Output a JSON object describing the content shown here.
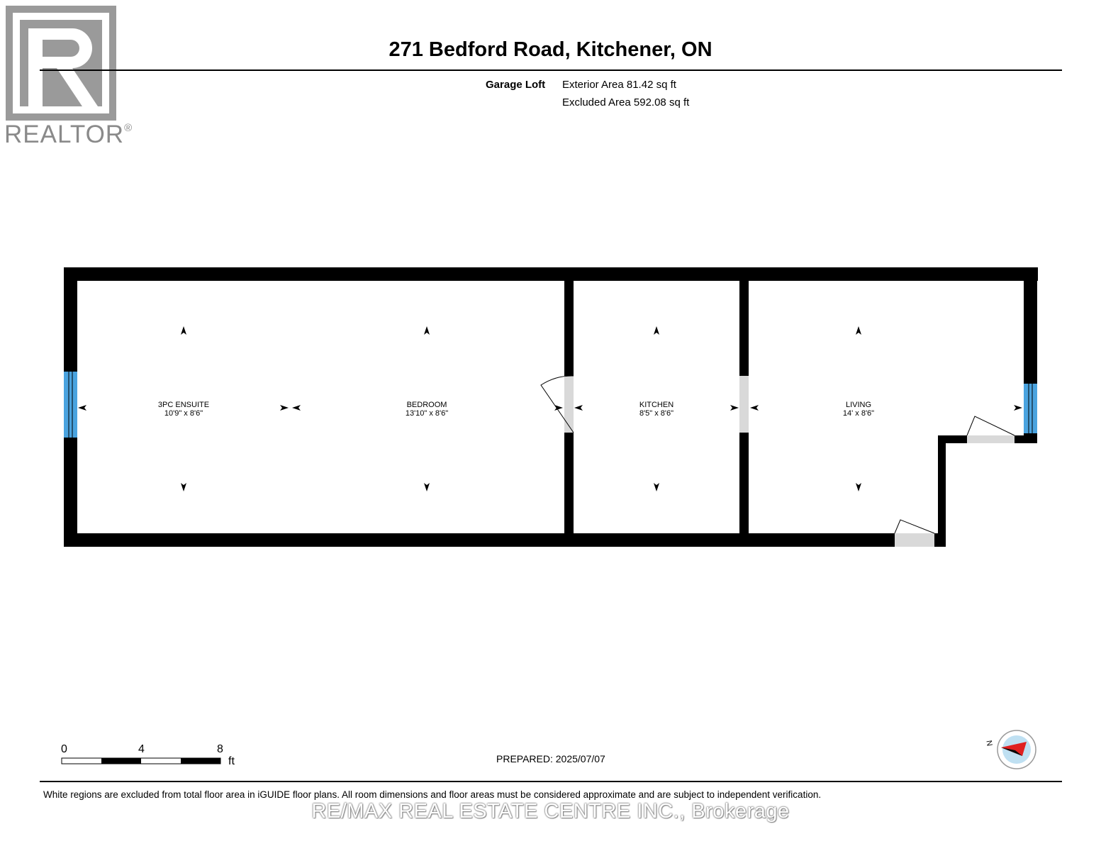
{
  "logo": {
    "wordmark": "REALTOR",
    "registered_mark": "®"
  },
  "title": "271 Bedford Road, Kitchener, ON",
  "floor": {
    "name": "Garage Loft",
    "exterior_area": "Exterior Area 81.42 sq ft",
    "excluded_area": "Excluded Area 592.08 sq ft"
  },
  "rooms": [
    {
      "name": "3PC ENSUITE",
      "dims": "10'9\" x 8'6\""
    },
    {
      "name": "BEDROOM",
      "dims": "13'10\" x 8'6\""
    },
    {
      "name": "KITCHEN",
      "dims": "8'5\" x 8'6\""
    },
    {
      "name": "LIVING",
      "dims": "14' x 8'6\""
    }
  ],
  "colors": {
    "wall": "#000000",
    "window": "#4aa3df",
    "door": "#d9d9d9",
    "logo_gray": "#9a9a9a",
    "compass_arrow": "#e02020",
    "compass_fill": "#bfe0f2"
  },
  "scale_bar": {
    "ticks": [
      "0",
      "4",
      "8"
    ],
    "unit": "ft"
  },
  "prepared": "PREPARED: 2025/07/07",
  "compass": {
    "label": "N",
    "icon": "compass-north-arrow"
  },
  "disclaimer": "White regions are excluded from total floor area in iGUIDE floor plans. All room dimensions and floor areas must be considered approximate and are subject to independent verification.",
  "watermark": "RE/MAX REAL ESTATE CENTRE INC., Brokerage"
}
